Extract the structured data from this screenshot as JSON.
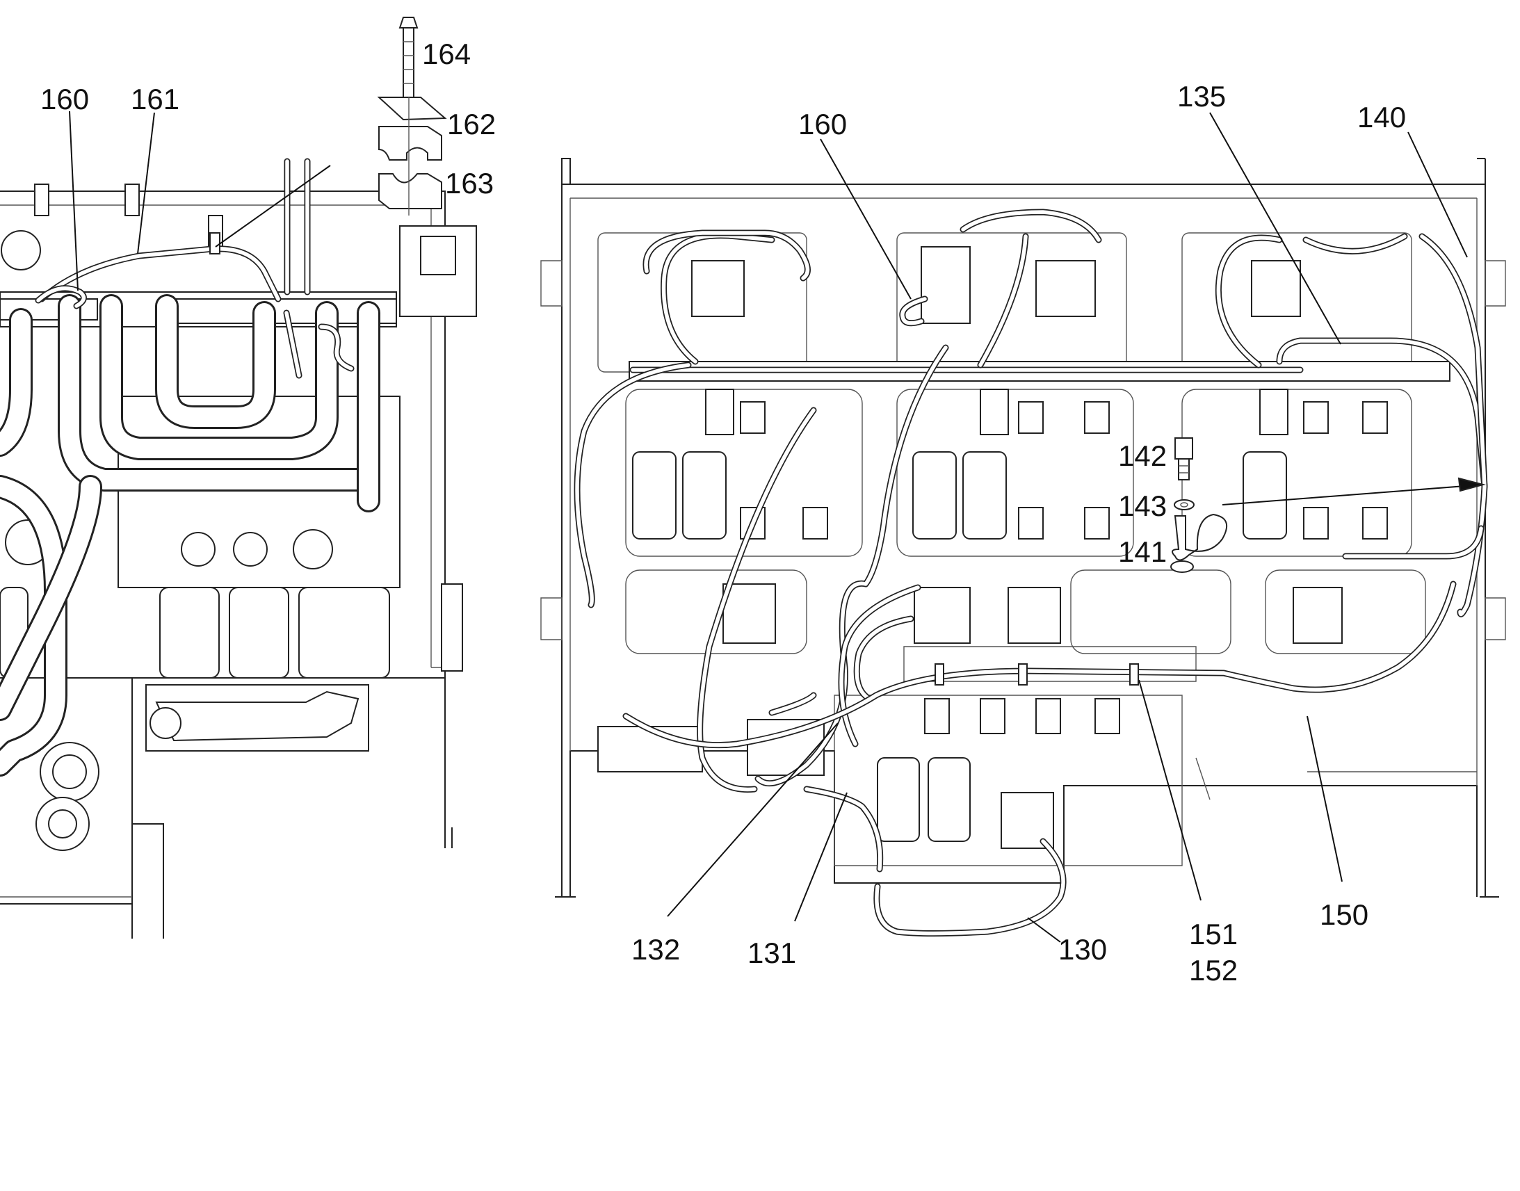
{
  "callouts": {
    "left_160": "160",
    "left_161": "161",
    "c164": "164",
    "c162": "162",
    "c163": "163",
    "right_160": "160",
    "c135": "135",
    "c140": "140",
    "c142": "142",
    "c143": "143",
    "c141": "141",
    "c132": "132",
    "c131": "131",
    "c130": "130",
    "c151": "151",
    "c152": "152",
    "c150": "150"
  },
  "colors": {
    "line": "#222222",
    "background": "#ffffff"
  }
}
